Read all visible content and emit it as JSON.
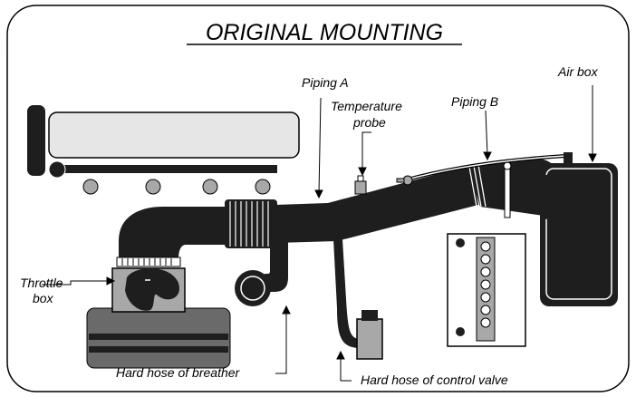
{
  "title": "ORIGINAL MOUNTING",
  "labels": {
    "piping_a": "Piping A",
    "temperature_probe_line1": "Temperature",
    "temperature_probe_line2": "probe",
    "piping_b": "Piping B",
    "air_box": "Air box",
    "throttle_box_line1": "Throttle",
    "throttle_box_line2": "box",
    "hard_hose_breather": "Hard hose of breather",
    "hard_hose_control_valve": "Hard hose of control valve"
  },
  "colors": {
    "hose": "#1e1e1e",
    "outline": "#000000",
    "light_grey": "#e0e0e0",
    "mid_grey": "#a8a8a8",
    "dark_grey": "#6a6a6a",
    "white": "#ffffff"
  }
}
